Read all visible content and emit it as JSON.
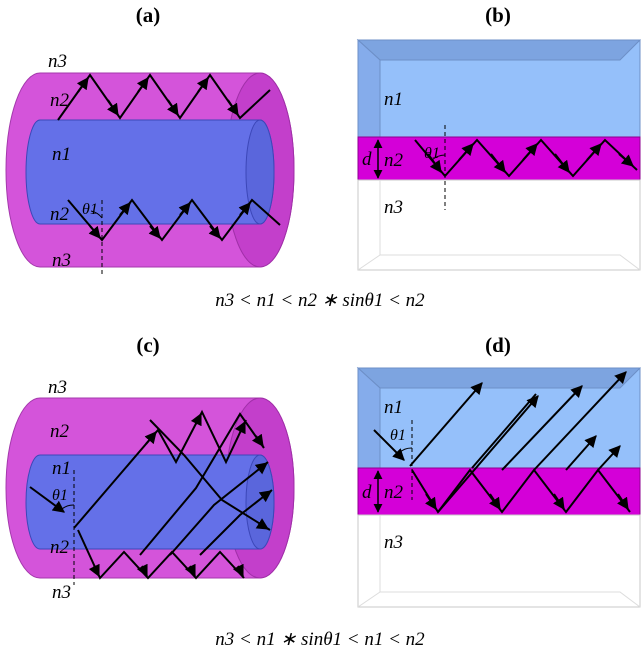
{
  "panels": {
    "a": {
      "label": "(a)",
      "n_outer_top": "n3",
      "n_clad_top": "n2",
      "n_core": "n1",
      "n_clad_bottom": "n2",
      "n_outer_bottom": "n3",
      "angle": "θ1"
    },
    "b": {
      "label": "(b)",
      "n_top": "n1",
      "n_film": "n2",
      "n_bottom": "n3",
      "thickness": "d",
      "angle": "θ1"
    },
    "c": {
      "label": "(c)",
      "n_outer_top": "n3",
      "n_clad_top": "n2",
      "n_core": "n1",
      "n_clad_bottom": "n2",
      "n_outer_bottom": "n3",
      "angle": "θ1"
    },
    "d": {
      "label": "(d)",
      "n_top": "n1",
      "n_film": "n2",
      "n_bottom": "n3",
      "thickness": "d",
      "angle": "θ1"
    }
  },
  "equations": {
    "top": "n3 < n1 < n2 ∗ sinθ1 < n2",
    "bottom": "n3 < n1 ∗ sinθ1 < n1 < n2"
  },
  "colors": {
    "cladding": "#d24bd9",
    "core": "#6470e8",
    "upper_layer": "#95c0fa",
    "film": "#d400d8",
    "substrate": "#ffffff"
  }
}
